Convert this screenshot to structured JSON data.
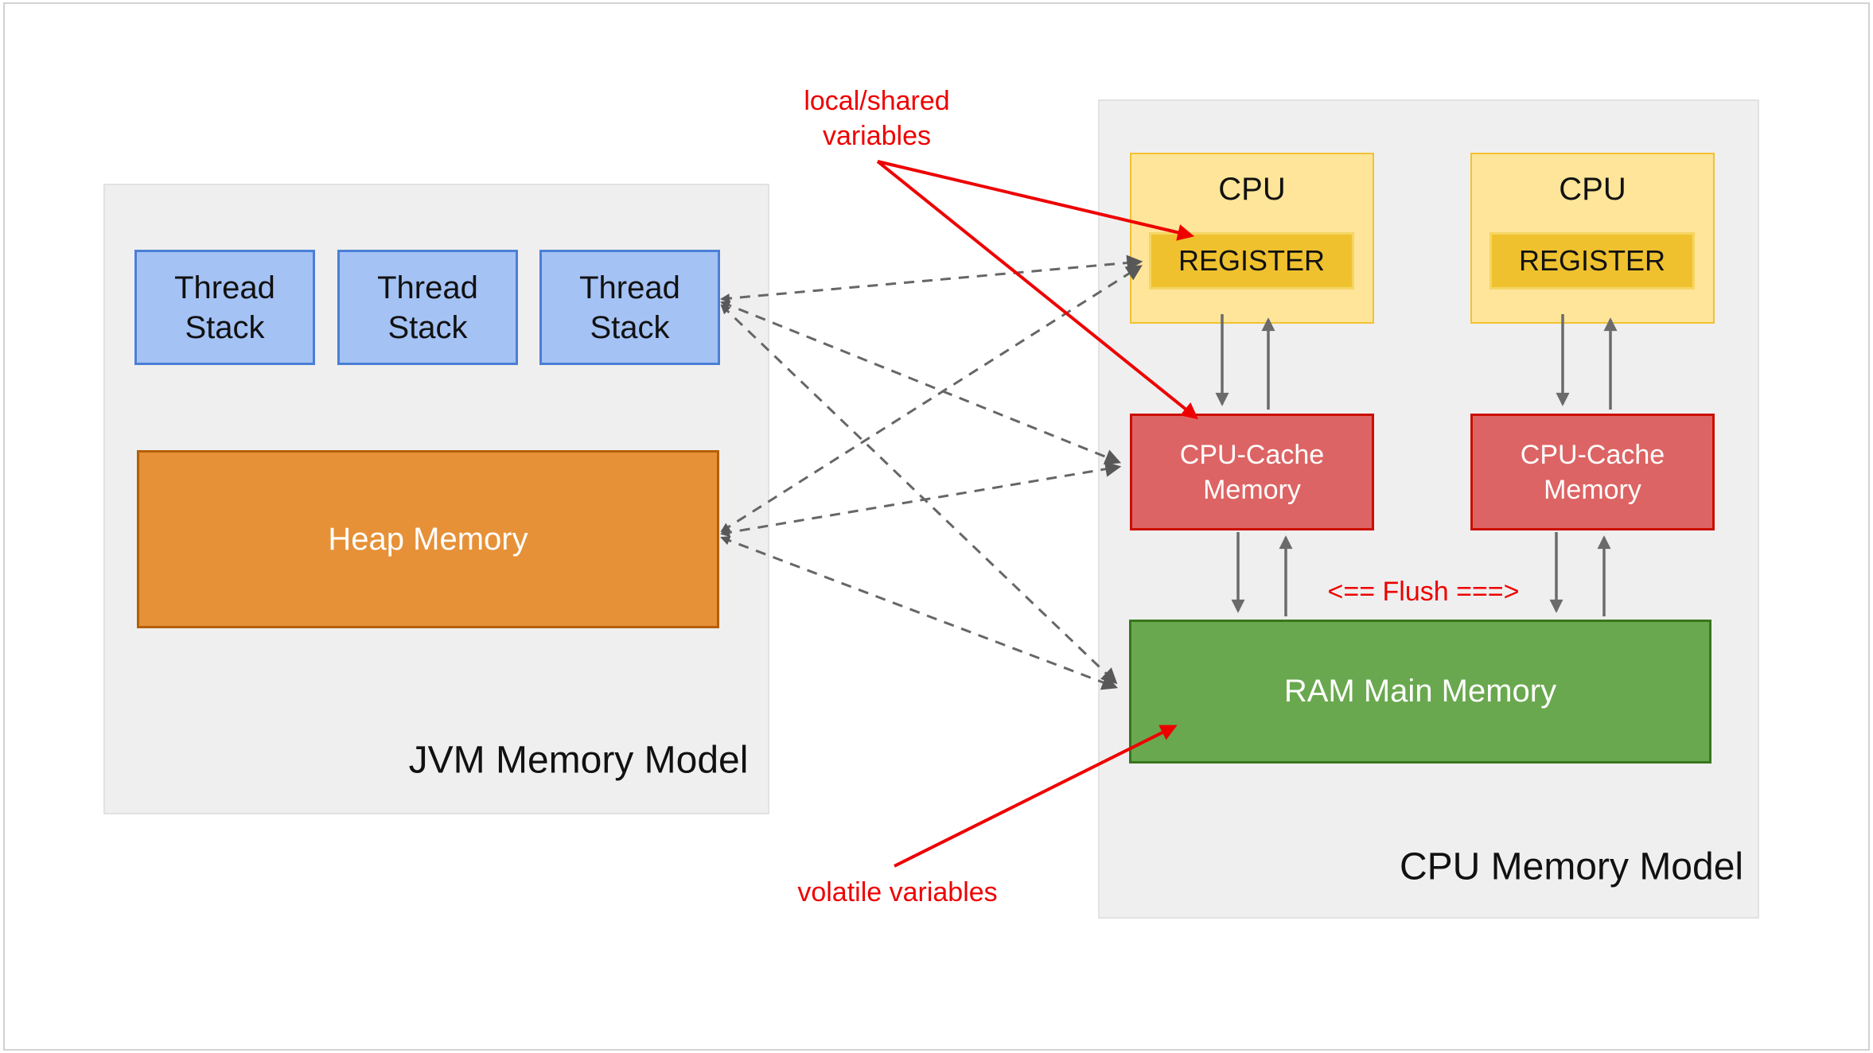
{
  "jvm": {
    "title": "JVM Memory Model",
    "thread_stacks": [
      {
        "line1": "Thread",
        "line2": "Stack"
      },
      {
        "line1": "Thread",
        "line2": "Stack"
      },
      {
        "line1": "Thread",
        "line2": "Stack"
      }
    ],
    "heap_label": "Heap Memory"
  },
  "cpu": {
    "title": "CPU Memory Model",
    "cpus": [
      {
        "label": "CPU",
        "register_label": "REGISTER"
      },
      {
        "label": "CPU",
        "register_label": "REGISTER"
      }
    ],
    "caches": [
      {
        "line1": "CPU-Cache",
        "line2": "Memory"
      },
      {
        "line1": "CPU-Cache",
        "line2": "Memory"
      }
    ],
    "ram_label": "RAM Main Memory"
  },
  "annotations": {
    "local_shared_line1": "local/shared",
    "local_shared_line2": "variables",
    "volatile_label": "volatile variables",
    "flush_label": "<== Flush ===>"
  },
  "colors": {
    "panel_gray": "#efefef",
    "thread_fill": "#a4c2f4",
    "thread_border": "#4b7fd6",
    "heap_fill": "#e69138",
    "heap_border": "#b45f06",
    "cpu_fill": "#ffe599",
    "cpu_border": "#f1c232",
    "register_fill": "#efc12e",
    "cache_fill": "#dd6464",
    "cache_border": "#cc0e00",
    "ram_fill": "#6aa84f",
    "ram_border": "#38761d",
    "connector_gray": "#666666",
    "annotation_red": "#ee0000"
  }
}
